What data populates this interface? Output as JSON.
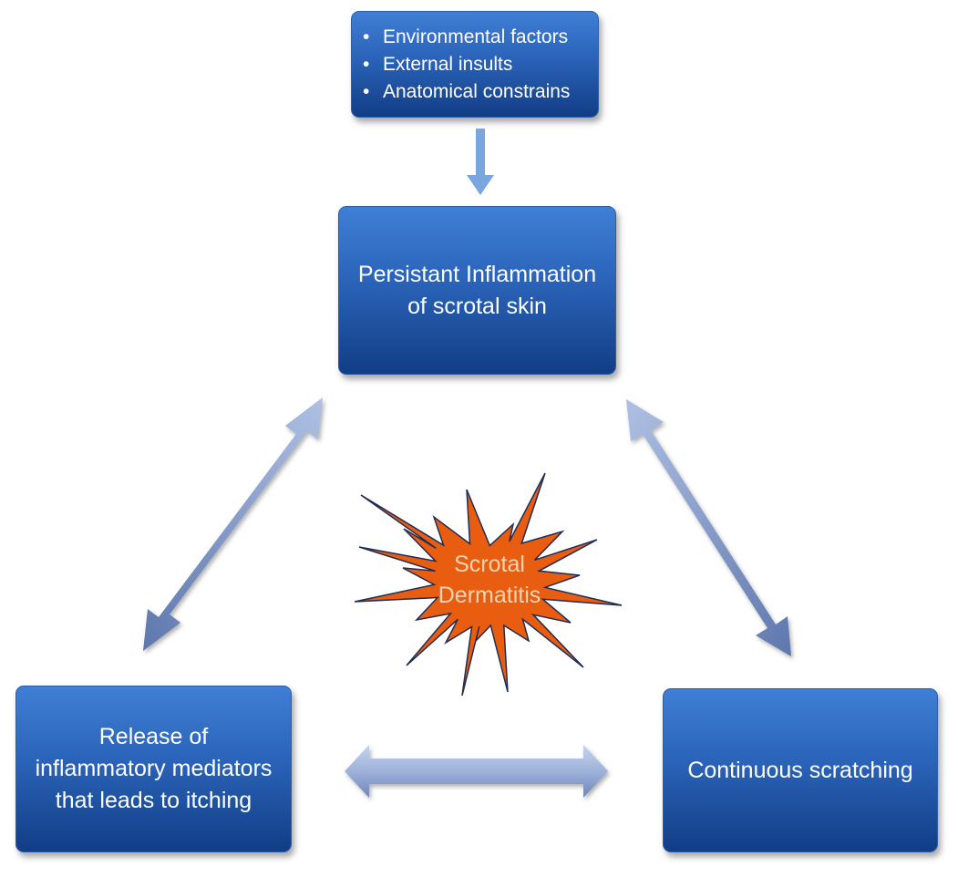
{
  "top_box": {
    "items": [
      "Environmental factors",
      "External insults",
      "Anatomical constrains"
    ]
  },
  "center_box": {
    "line1": "Persistant Inflammation",
    "line2": "of scrotal skin"
  },
  "left_box": {
    "line1": "Release of",
    "line2": "inflammatory mediators",
    "line3": "that leads to itching"
  },
  "right_box": {
    "label": "Continuous scratching"
  },
  "starburst": {
    "line1": "Scrotal",
    "line2": "Dermatitis"
  },
  "colors": {
    "box_top": "#3f7fd6",
    "box_bottom": "#123d85",
    "arrow_light": "#a9bce0",
    "arrow_dark": "#5e77ad",
    "down_arrow": "#7aa6e0",
    "starburst_fill": "#e85d10",
    "starburst_stroke": "#1e2d56",
    "starburst_text": "#f8d3b0"
  }
}
